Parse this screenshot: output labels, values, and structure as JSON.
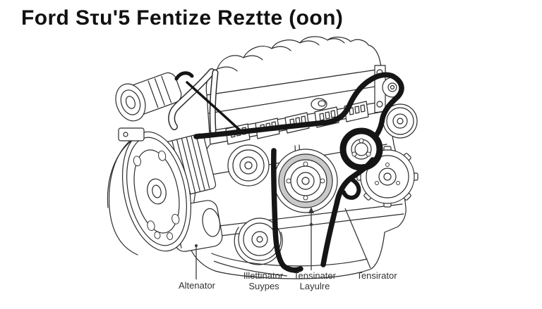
{
  "title": "Ford Sτu'5 Fentize Reztte (oon)",
  "engine_labels": {
    "altenator": {
      "text": "Altenator"
    },
    "illettinator": {
      "line1": "Illettinator",
      "line2": "Suypes"
    },
    "tensinater": {
      "line1": "Tensinater",
      "line2": "Layulre"
    },
    "tensirator": {
      "text": "Tensirator"
    }
  },
  "illustration": {
    "subject": "engine-front-view-serpentine-belt-line-art"
  },
  "colors": {
    "background": "#ffffff",
    "line_art": "#2b2b2b",
    "belt": "#151515",
    "title_text": "#111111",
    "label_text": "#333333"
  }
}
